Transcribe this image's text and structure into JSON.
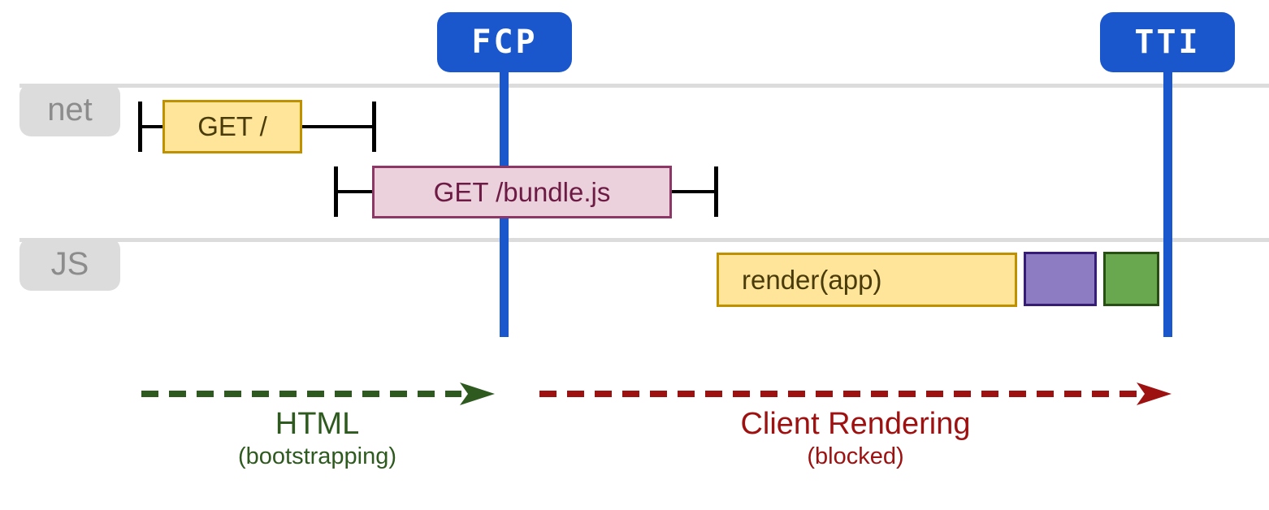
{
  "markers": [
    {
      "id": "fcp",
      "label": "FCP"
    },
    {
      "id": "tti",
      "label": "TTI"
    }
  ],
  "lanes": [
    {
      "id": "net",
      "label": "net"
    },
    {
      "id": "js",
      "label": "JS"
    }
  ],
  "net_requests": [
    {
      "label": "GET /",
      "style": "yellow"
    },
    {
      "label": "GET /bundle.js",
      "style": "pink"
    }
  ],
  "js_tasks": [
    {
      "label": "render(app)",
      "style": "yellow"
    },
    {
      "label": "",
      "style": "purple"
    },
    {
      "label": "",
      "style": "green"
    }
  ],
  "phases": [
    {
      "title": "HTML",
      "subtitle": "(bootstrapping)",
      "color": "#2e5a20"
    },
    {
      "title": "Client Rendering",
      "subtitle": "(blocked)",
      "color": "#9e1111"
    }
  ],
  "colors": {
    "marker_blue": "#1a57cd",
    "lane_gray": "#dcdcdc",
    "lane_text": "#8c8c8c",
    "yellow_fill": "#ffe599",
    "yellow_border": "#bf9000",
    "yellow_text": "#4a3b0b",
    "pink_fill": "#ead1dc",
    "pink_border": "#8d3766",
    "pink_text": "#6d1b44",
    "purple_fill": "#8e7cc3",
    "purple_border": "#351c75",
    "green_fill": "#6aa84f",
    "green_border": "#274e13",
    "whisker_black": "#000000"
  }
}
